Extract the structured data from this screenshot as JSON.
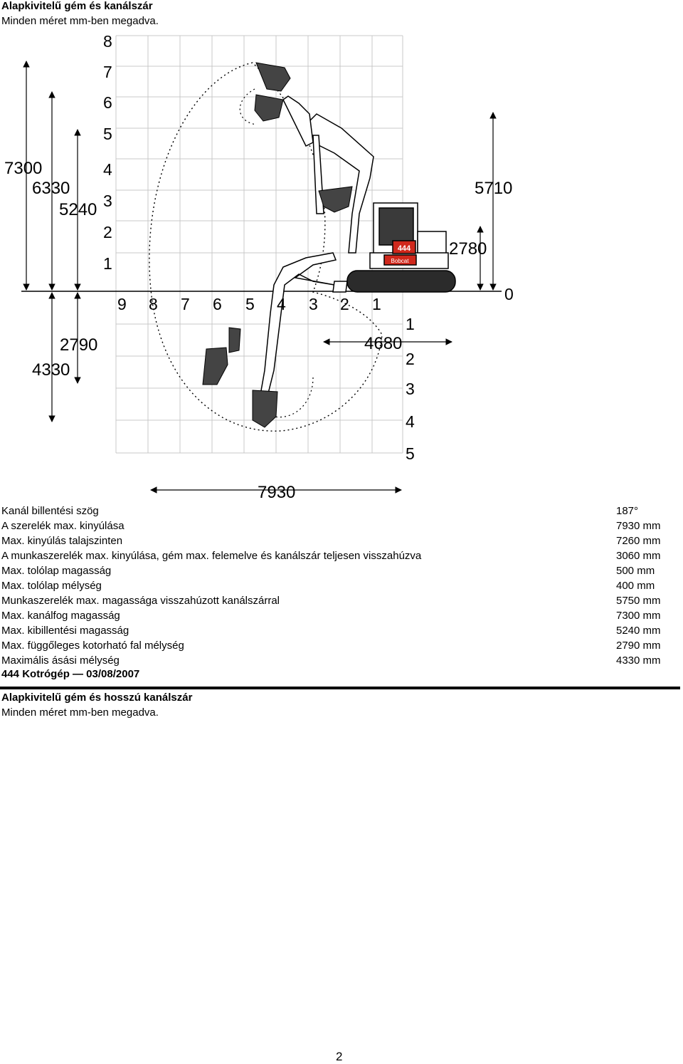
{
  "header": {
    "title": "Alapkivitelű gém és kanálszár",
    "subtitle": "Minden méret mm-ben megadva."
  },
  "diagram": {
    "left_height_labels": [
      "8",
      "7",
      "6",
      "5",
      "4",
      "3",
      "2",
      "1"
    ],
    "bottom_reach_labels": [
      "9",
      "8",
      "7",
      "6",
      "5",
      "4",
      "3",
      "2",
      "1"
    ],
    "depth_labels": [
      "1",
      "2",
      "3",
      "4",
      "5"
    ],
    "ground_label": "0",
    "dims": {
      "d7300": "7300",
      "d6330": "6330",
      "d5240": "5240",
      "d5710": "5710",
      "d2780": "2780",
      "d2790": "2790",
      "d4330": "4330",
      "d4680": "4680",
      "d7930": "7930"
    },
    "machine_model": "444",
    "brand": "Bobcat"
  },
  "specs": [
    {
      "label": "Kanál billentési szög",
      "value": "187°"
    },
    {
      "label": "A szerelék max. kinyúlása",
      "value": "7930 mm"
    },
    {
      "label": "Max. kinyúlás talajszinten",
      "value": "7260 mm"
    },
    {
      "label": "A munkaszerelék max. kinyúlása, gém max. felemelve és kanálszár teljesen visszahúzva",
      "value": "3060 mm"
    },
    {
      "label": "Max. tolólap magasság",
      "value": "500 mm"
    },
    {
      "label": "Max. tolólap mélység",
      "value": "400 mm"
    },
    {
      "label": "Munkaszerelék max. magassága visszahúzott kanálszárral",
      "value": "5750 mm"
    },
    {
      "label": "Max. kanálfog magasság",
      "value": "7300 mm"
    },
    {
      "label": "Max. kibillentési magasság",
      "value": "5240 mm"
    },
    {
      "label": "Max. függőleges kotorható fal mélység",
      "value": "2790 mm"
    },
    {
      "label": "Maximális ásási mélység",
      "value": "4330 mm"
    }
  ],
  "footer": {
    "doc_line": "444 Kotrógép — 03/08/2007",
    "next_title": "Alapkivitelű gém és hosszú kanálszár",
    "next_subtitle": "Minden méret mm-ben megadva.",
    "page_number": "2"
  }
}
